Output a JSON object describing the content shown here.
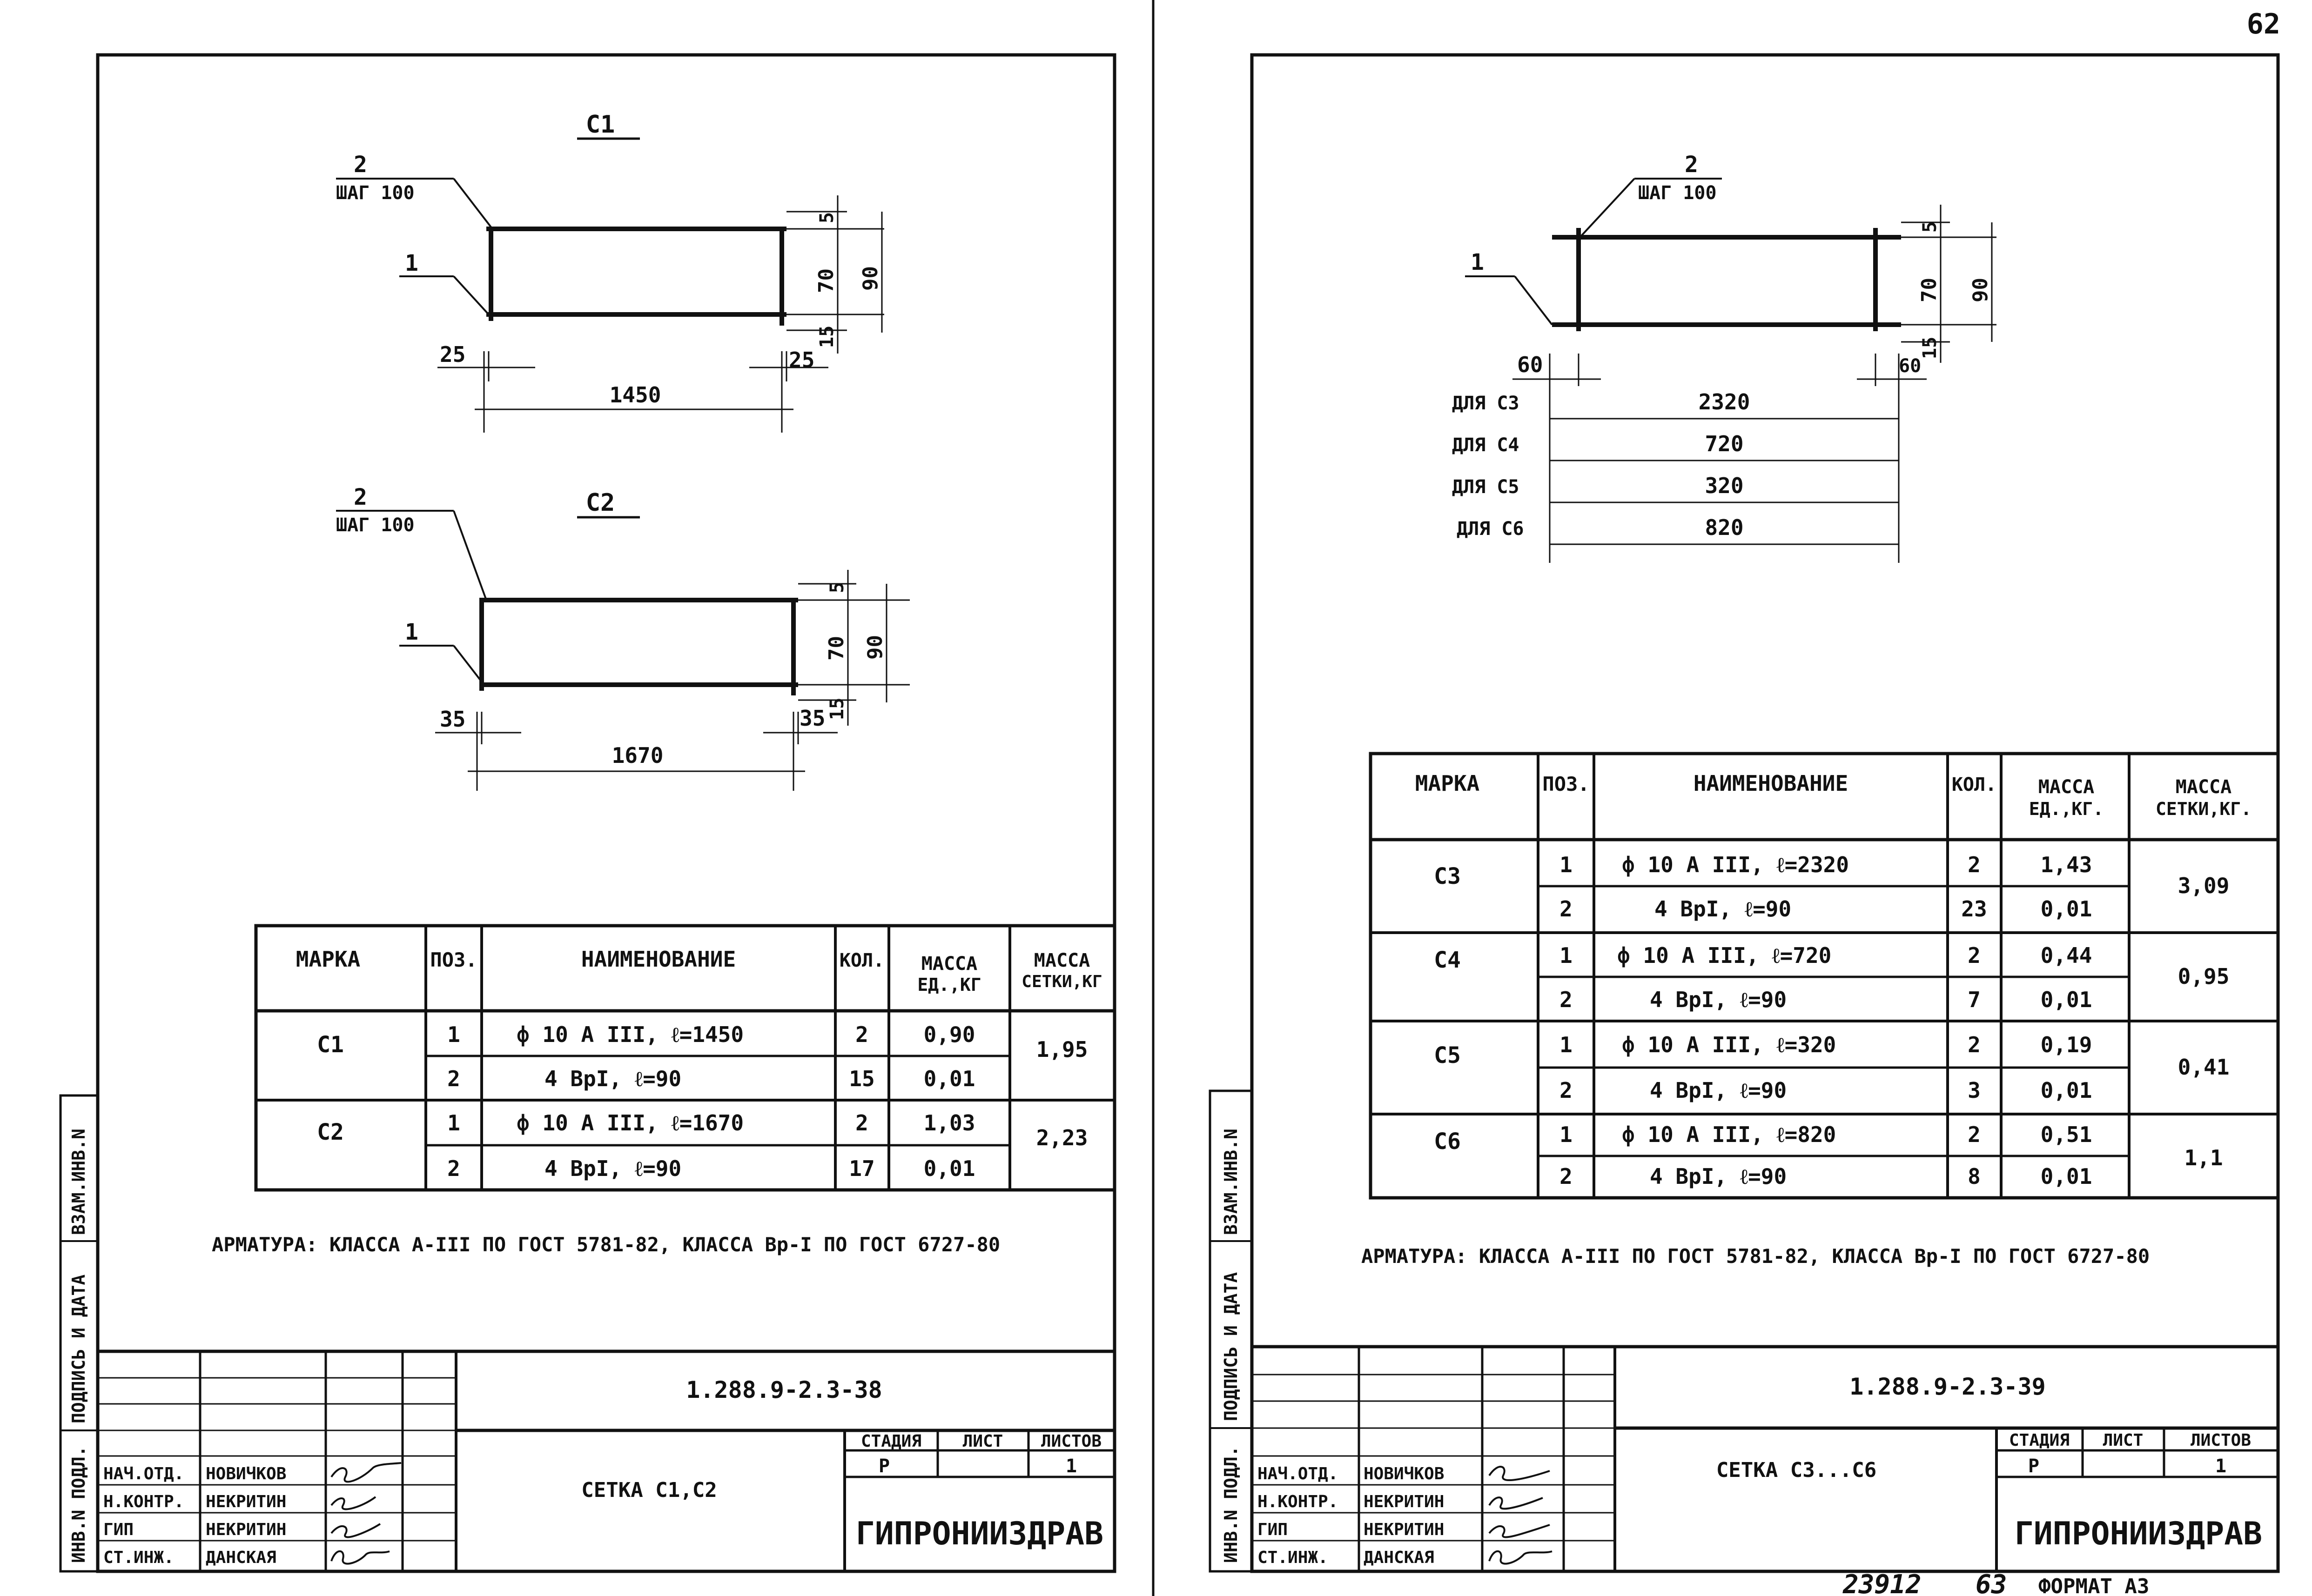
{
  "page_number": "62",
  "left": {
    "mesh_c1": {
      "title": "С1",
      "pos2": "2",
      "step": "ШАГ 100",
      "pos1": "1",
      "dim_offset_l": "25",
      "dim_offset_r": "25",
      "dim_length": "1450",
      "dim_top": "5",
      "dim_mid": "70",
      "dim_bot": "15",
      "dim_total": "90"
    },
    "mesh_c2": {
      "title": "С2",
      "pos2": "2",
      "step": "ШАГ 100",
      "pos1": "1",
      "dim_offset_l": "35",
      "dim_offset_r": "35",
      "dim_length": "1670",
      "dim_top": "5",
      "dim_mid": "70",
      "dim_bot": "15",
      "dim_total": "90"
    },
    "table": {
      "headers": {
        "mark": "МАРКА",
        "pos": "ПОЗ.",
        "name": "НАИМЕНОВАНИЕ",
        "qty": "КОЛ.",
        "unit_mass_1": "МАССА",
        "unit_mass_2": "ЕД.,КГ",
        "mesh_mass_1": "МАССА",
        "mesh_mass_2": "СЕТКИ,КГ"
      },
      "groups": [
        {
          "mark": "С1",
          "mass": "1,95",
          "rows": [
            {
              "pos": "1",
              "name": "ф 10 А III, ℓ=1450",
              "qty": "2",
              "unit": "0,90"
            },
            {
              "pos": "2",
              "name": "4 ВрI, ℓ=90",
              "qty": "15",
              "unit": "0,01"
            }
          ]
        },
        {
          "mark": "С2",
          "mass": "2,23",
          "rows": [
            {
              "pos": "1",
              "name": "ф 10 А III, ℓ=1670",
              "qty": "2",
              "unit": "1,03"
            },
            {
              "pos": "2",
              "name": "4 ВрI, ℓ=90",
              "qty": "17",
              "unit": "0,01"
            }
          ]
        }
      ]
    },
    "note": "АРМАТУРА: КЛАССА А-III ПО ГОСТ 5781-82, КЛАССА Вр-I ПО ГОСТ 6727-80",
    "stamp": {
      "code": "1.288.9-2.3-38",
      "title": "СЕТКА С1,С2",
      "stage_label": "СТАДИЯ",
      "sheet_label": "ЛИСТ",
      "sheets_label": "ЛИСТОВ",
      "stage": "Р",
      "sheets": "1",
      "org": "ГИПРОНИИЗДРАВ",
      "roles": [
        "НАЧ.ОТД.",
        "Н.КОНТР.",
        "ГИП",
        "СТ.ИНЖ."
      ],
      "names": [
        "НОВИЧКОВ",
        "НЕКРИТИН",
        "НЕКРИТИН",
        "ДАНСКАЯ"
      ]
    },
    "side_labels": [
      "ИНВ.N ПОДЛ.",
      "ПОДПИСЬ И ДАТА",
      "ВЗАМ.ИНВ.N"
    ]
  },
  "right": {
    "mesh": {
      "pos2": "2",
      "step": "ШАГ 100",
      "pos1": "1",
      "dim_offset_l": "60",
      "dim_offset_r": "60",
      "dim_top": "5",
      "dim_mid": "70",
      "dim_bot": "15",
      "dim_total": "90",
      "lengths": [
        {
          "label": "ДЛЯ С3",
          "value": "2320"
        },
        {
          "label": "ДЛЯ С4",
          "value": "720"
        },
        {
          "label": "ДЛЯ С5",
          "value": "320"
        },
        {
          "label": "ДЛЯ С6",
          "value": "820"
        }
      ]
    },
    "table": {
      "headers": {
        "mark": "МАРКА",
        "pos": "ПОЗ.",
        "name": "НАИМЕНОВАНИЕ",
        "qty": "КОЛ.",
        "unit_mass_1": "МАССА",
        "unit_mass_2": "ЕД.,КГ.",
        "mesh_mass_1": "МАССА",
        "mesh_mass_2": "СЕТКИ,КГ."
      },
      "groups": [
        {
          "mark": "С3",
          "mass": "3,09",
          "rows": [
            {
              "pos": "1",
              "name": "ф 10 А III, ℓ=2320",
              "qty": "2",
              "unit": "1,43"
            },
            {
              "pos": "2",
              "name": "4 ВрI, ℓ=90",
              "qty": "23",
              "unit": "0,01"
            }
          ]
        },
        {
          "mark": "С4",
          "mass": "0,95",
          "rows": [
            {
              "pos": "1",
              "name": "ф 10 А III, ℓ=720",
              "qty": "2",
              "unit": "0,44"
            },
            {
              "pos": "2",
              "name": "4 ВрI, ℓ=90",
              "qty": "7",
              "unit": "0,01"
            }
          ]
        },
        {
          "mark": "С5",
          "mass": "0,41",
          "rows": [
            {
              "pos": "1",
              "name": "ф 10 А III, ℓ=320",
              "qty": "2",
              "unit": "0,19"
            },
            {
              "pos": "2",
              "name": "4 ВрI, ℓ=90",
              "qty": "3",
              "unit": "0,01"
            }
          ]
        },
        {
          "mark": "С6",
          "mass": "1,1",
          "rows": [
            {
              "pos": "1",
              "name": "ф 10 А III, ℓ=820",
              "qty": "2",
              "unit": "0,51"
            },
            {
              "pos": "2",
              "name": "4 ВрI, ℓ=90",
              "qty": "8",
              "unit": "0,01"
            }
          ]
        }
      ]
    },
    "note": "АРМАТУРА: КЛАССА А-III ПО ГОСТ 5781-82, КЛАССА Вр-I ПО ГОСТ 6727-80",
    "stamp": {
      "code": "1.288.9-2.3-39",
      "title": "СЕТКА С3...С6",
      "stage_label": "СТАДИЯ",
      "sheet_label": "ЛИСТ",
      "sheets_label": "ЛИСТОВ",
      "stage": "Р",
      "sheets": "1",
      "org": "ГИПРОНИИЗДРАВ",
      "roles": [
        "НАЧ.ОТД.",
        "Н.КОНТР.",
        "ГИП",
        "СТ.ИНЖ."
      ],
      "names": [
        "НОВИЧКОВ",
        "НЕКРИТИН",
        "НЕКРИТИН",
        "ДАНСКАЯ"
      ]
    },
    "side_labels": [
      "ИНВ.N ПОДЛ.",
      "ПОДПИСЬ И ДАТА",
      "ВЗАМ.ИНВ.N"
    ]
  },
  "footer": {
    "number": "23912",
    "sheet": "63",
    "format": "ФОРМАТ А3"
  }
}
